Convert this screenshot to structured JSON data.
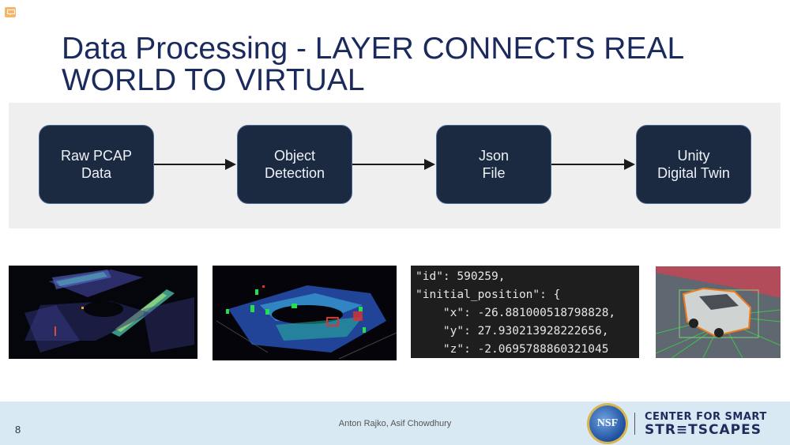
{
  "slide": {
    "title_line1": "Data Processing - LAYER CONNECTS REAL",
    "title_line2": "WORLD TO VIRTUAL"
  },
  "diagram": {
    "nodes": [
      {
        "line1": "Raw PCAP",
        "line2": "Data"
      },
      {
        "line1": "Object",
        "line2": "Detection"
      },
      {
        "line1": "Json",
        "line2": "File"
      },
      {
        "line1": "Unity",
        "line2": "Digital Twin"
      }
    ]
  },
  "images": {
    "lidar_raw": "lidar-point-cloud-image",
    "detection": "object-detection-point-cloud-image",
    "json_snippet": {
      "lines": [
        "\"id\": 590259,",
        "\"initial_position\": {",
        "    \"x\": -26.881000518798828,",
        "    \"y\": 27.930213928222656,",
        "    \"z\": -2.0695788860321045"
      ]
    },
    "unity": "unity-car-digital-twin-image"
  },
  "footer": {
    "page_number": "8",
    "authors": "Anton Rajko, Asif Chowdhury",
    "nsf_logo": "NSF",
    "center_line1": "CENTER FOR SMART",
    "center_line2": "STR≡TSCAPES"
  },
  "colors": {
    "title": "#1b2a5c",
    "node_bg": "#1c2a41",
    "footer_bg": "#d8e9f4"
  }
}
